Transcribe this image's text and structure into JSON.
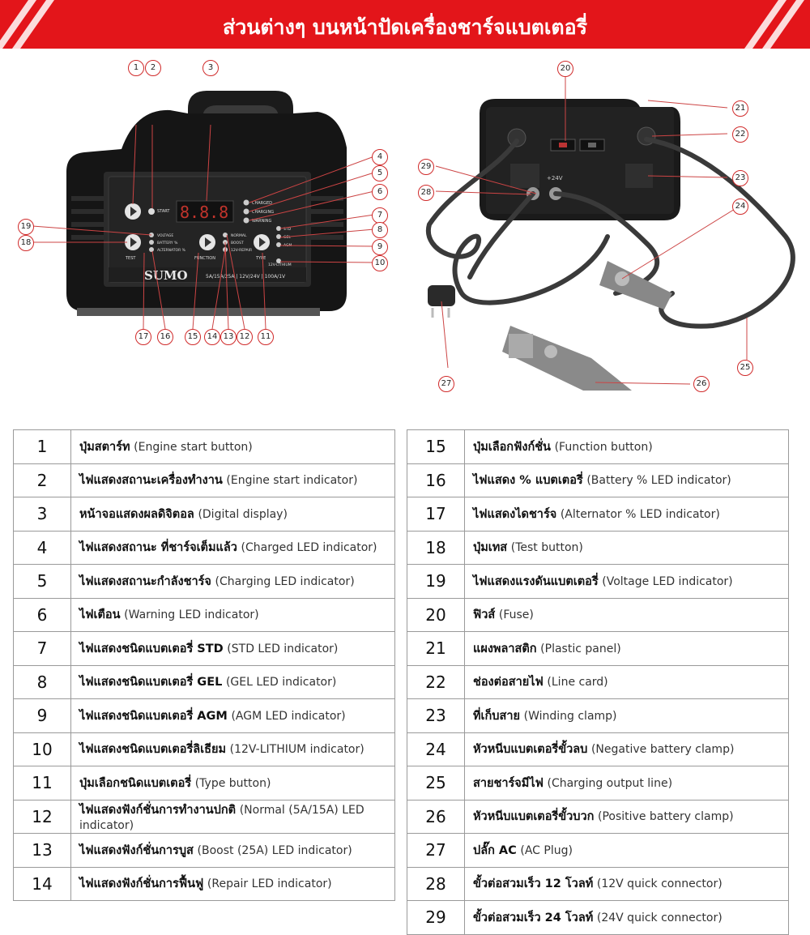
{
  "header": {
    "title": "ส่วนต่างๆ บนหน้าปัดเครื่องชาร์จแบตเตอรี่"
  },
  "front_panel": {
    "display": "8.8.8",
    "labels": {
      "start": "START",
      "test": "TEST",
      "function": "FUNCTION",
      "type": "TYPE",
      "voltage": "VOLTAGE",
      "battery": "BATTERY %",
      "alternator": "ALTERNATOR %",
      "normal": "NORMAL",
      "boost": "BOOST",
      "repair": "12V-REPAIR",
      "charged": "CHARGED",
      "charging": "CHARGING",
      "warning": "WARNING",
      "std": "STD",
      "gel": "GEL",
      "agm": "AGM",
      "lithium": "12V-LITHIUM"
    },
    "brand": "SUMO",
    "spec": "5A/15A/25A | 12V/24V | 100A/1V"
  },
  "rear_panel": {
    "voltage_label": "+24V"
  },
  "callouts": [
    "1",
    "2",
    "3",
    "4",
    "5",
    "6",
    "7",
    "8",
    "9",
    "10",
    "11",
    "12",
    "13",
    "14",
    "15",
    "16",
    "17",
    "18",
    "19",
    "20",
    "21",
    "22",
    "23",
    "24",
    "25",
    "26",
    "27",
    "28",
    "29"
  ],
  "parts_left": [
    {
      "no": "1",
      "th": "ปุ่มสตาร์ท",
      "en": "(Engine start button)"
    },
    {
      "no": "2",
      "th": "ไฟแสดงสถานะเครื่องทำงาน",
      "en": "(Engine start indicator)"
    },
    {
      "no": "3",
      "th": "หน้าจอแสดงผลดิจิตอล",
      "en": "(Digital display)"
    },
    {
      "no": "4",
      "th": "ไฟแสดงสถานะ ที่ชาร์จเต็มแล้ว",
      "en": "(Charged LED indicator)"
    },
    {
      "no": "5",
      "th": "ไฟแสดงสถานะกำลังชาร์จ",
      "en": "(Charging LED indicator)"
    },
    {
      "no": "6",
      "th": "ไฟเตือน",
      "en": "(Warning LED indicator)"
    },
    {
      "no": "7",
      "th": "ไฟแสดงชนิดแบตเตอรี่ STD",
      "en": "(STD LED indicator)"
    },
    {
      "no": "8",
      "th": "ไฟแสดงชนิดแบตเตอรี่ GEL",
      "en": "(GEL LED indicator)"
    },
    {
      "no": "9",
      "th": "ไฟแสดงชนิดแบตเตอรี่ AGM",
      "en": "(AGM LED indicator)"
    },
    {
      "no": "10",
      "th": "ไฟแสดงชนิดแบตเตอรี่ลิเธียม",
      "en": "(12V-LITHIUM indicator)"
    },
    {
      "no": "11",
      "th": "ปุ่มเลือกชนิดแบตเตอรี่",
      "en": "(Type button)"
    },
    {
      "no": "12",
      "th": "ไฟแสดงฟังก์ชั่นการทำงานปกติ",
      "en": "(Normal (5A/15A) LED indicator)"
    },
    {
      "no": "13",
      "th": "ไฟแสดงฟังก์ชั่นการบูส",
      "en": "(Boost (25A) LED indicator)"
    },
    {
      "no": "14",
      "th": "ไฟแสดงฟังก์ชั่นการฟื้นฟู",
      "en": "(Repair LED indicator)"
    }
  ],
  "parts_right": [
    {
      "no": "15",
      "th": "ปุ่มเลือกฟังก์ชั่น",
      "en": "(Function button)"
    },
    {
      "no": "16",
      "th": "ไฟแสดง % แบตเตอรี่",
      "en": "(Battery % LED indicator)"
    },
    {
      "no": "17",
      "th": "ไฟแสดงไดชาร์จ",
      "en": "(Alternator % LED indicator)"
    },
    {
      "no": "18",
      "th": "ปุ่มเทส",
      "en": "(Test button)"
    },
    {
      "no": "19",
      "th": "ไฟแสดงแรงดันแบตเตอรี่",
      "en": "(Voltage LED indicator)"
    },
    {
      "no": "20",
      "th": "ฟิวส์",
      "en": "(Fuse)"
    },
    {
      "no": "21",
      "th": "แผงพลาสติก",
      "en": "(Plastic panel)"
    },
    {
      "no": "22",
      "th": "ช่องต่อสายไฟ",
      "en": "(Line card)"
    },
    {
      "no": "23",
      "th": "ที่เก็บสาย",
      "en": "(Winding clamp)"
    },
    {
      "no": "24",
      "th": "หัวหนีบแบตเตอรี่ขั้วลบ",
      "en": "(Negative battery clamp)"
    },
    {
      "no": "25",
      "th": "สายชาร์จมีไฟ",
      "en": "(Charging output line)"
    },
    {
      "no": "26",
      "th": "หัวหนีบแบตเตอรี่ขั้วบวก",
      "en": "(Positive battery clamp)"
    },
    {
      "no": "27",
      "th": "ปลั๊ก AC",
      "en": "(AC Plug)"
    },
    {
      "no": "28",
      "th": "ขั้วต่อสวมเร็ว 12 โวลท์",
      "en": "(12V quick connector)"
    },
    {
      "no": "29",
      "th": "ขั้วต่อสวมเร็ว 24 โวลท์",
      "en": "(24V quick connector)"
    }
  ]
}
